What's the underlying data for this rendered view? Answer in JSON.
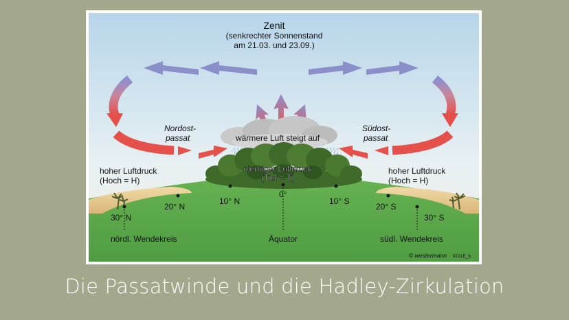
{
  "labels": {
    "zenith_title": "Zenit",
    "zenith_line1": "(senkrechter Sonnenstand",
    "zenith_line2": "am 21.03. und 23.09.)",
    "ne_trade_line1": "Nordost-",
    "ne_trade_line2": "passat",
    "se_trade_line1": "Südost-",
    "se_trade_line2": "passat",
    "warm_air": "wärmere Luft steigt auf",
    "low_pressure_line1": "niedriger Luftdruck",
    "low_pressure_line2": "(Tief = T)",
    "high_left_line1": "hoher Luftdruck",
    "high_left_line2": "(Hoch = H)",
    "high_right_line1": "hoher Luftdruck",
    "high_right_line2": "(Hoch = H)",
    "lat_30n": "30° N",
    "lat_20n": "20° N",
    "lat_10n": "10° N",
    "lat_0": "0°",
    "lat_10s": "10° S",
    "lat_20s": "20° S",
    "lat_30s": "30° S",
    "tropic_north": "nördl. Wendekreis",
    "equator": "Äquator",
    "tropic_south": "südl. Wendekreis",
    "copyright": "© westermann",
    "code": "9721E_6"
  },
  "caption": "Die Passatwinde und die Hadley-Zirkulation",
  "colors": {
    "page_bg": "#a3a88d",
    "sky_top": "#b9d6e8",
    "ground": "#5aa84a",
    "cold_arrow": "#8a8fc9",
    "warm_arrow": "#e4524b"
  }
}
